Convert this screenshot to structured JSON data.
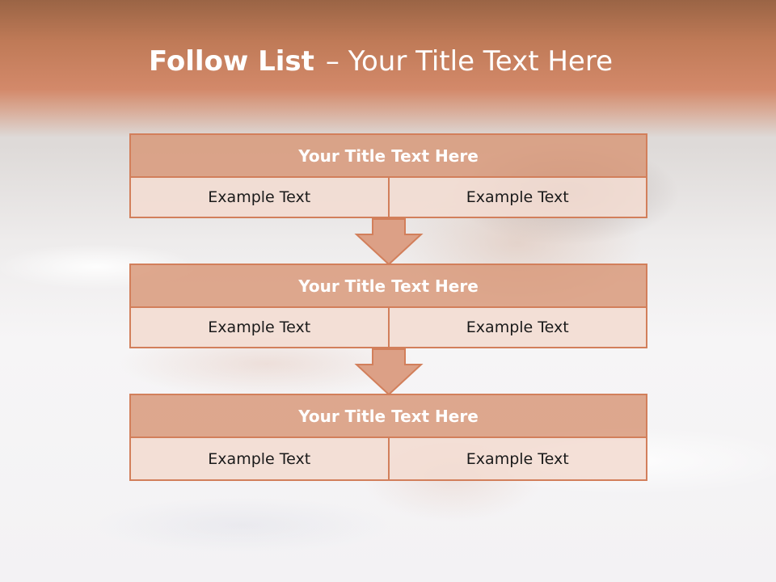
{
  "slide": {
    "title_bold": "Follow List",
    "title_rest": "– Your Title Text Here"
  },
  "blocks": [
    {
      "title": "Your Title Text Here",
      "left": "Example Text",
      "right": "Example Text"
    },
    {
      "title": "Your Title Text Here",
      "left": "Example Text",
      "right": "Example Text"
    },
    {
      "title": "Your Title Text Here",
      "left": "Example Text",
      "right": "Example Text"
    }
  ],
  "colors": {
    "header": "#c27b58",
    "block_title_fill": "#d99677",
    "block_cell_fill": "#f2dcd2",
    "border": "#d27f5b"
  },
  "icons": [
    "down-arrow-icon",
    "down-arrow-icon"
  ]
}
